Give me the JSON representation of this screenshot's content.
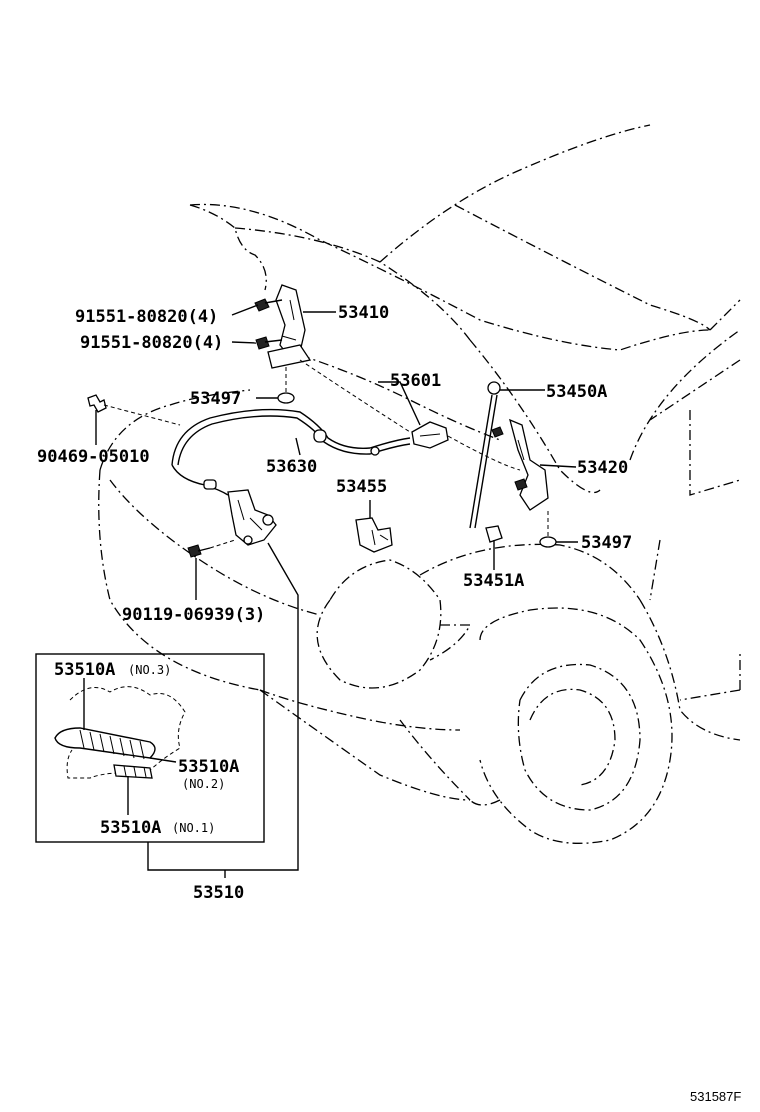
{
  "labels": {
    "bolt_upper": "91551-80820(4)",
    "bolt_lower": "91551-80820(4)",
    "hinge_left": "53410",
    "cushion_left": "53497",
    "support_rod": "53601",
    "hood_stay": "53450A",
    "hinge_right": "53420",
    "clip_left": "90469-05010",
    "release_cable": "53630",
    "lock_bracket": "53455",
    "cushion_right": "53497",
    "stay_holder": "53451A",
    "lock_bolt": "90119-06939(3)",
    "hood_lock_assy": "53510"
  },
  "inset": {
    "part_no3": "53510A",
    "note_no3": "(NO.3)",
    "part_no2": "53510A",
    "note_no2": "(NO.2)",
    "part_no1": "53510A",
    "note_no1": "(NO.1)"
  },
  "figure_code": "531587F"
}
